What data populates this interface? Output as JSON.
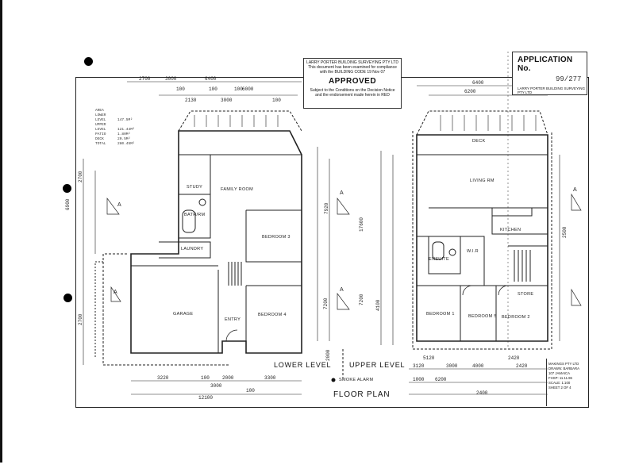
{
  "stamp": {
    "company": "LARRY PORTER BUILDING SURVEYING PTY LTD",
    "line1": "This document has been examined for compliance",
    "line2": "with the BUILDING CODE 19 Nov 07",
    "status": "APPROVED",
    "line3": "Subject to the Conditions on the Decision Notice",
    "line4": "and the endorsement made herein in RED"
  },
  "application": {
    "title": "APPLICATION No.",
    "number": "99/277",
    "sub": "LARRY PORTER BUILDING SURVEYING PTY LTD"
  },
  "areas": {
    "heading": "AREA",
    "rows": [
      {
        "k": "LOWER LEVEL",
        "v": "147.5M²"
      },
      {
        "k": "UPPER LEVEL",
        "v": "121.44M²"
      },
      {
        "k": "PATIO",
        "v": "1.80M²"
      },
      {
        "k": "DECK",
        "v": "20.5M²"
      },
      {
        "k": "TOTAL",
        "v": "280.45M²"
      }
    ]
  },
  "rooms": {
    "study": "STUDY",
    "family_room": "FAMILY ROOM",
    "bathroom": "BATH/RM",
    "bedroom3": "BEDROOM 3",
    "laundry": "LAUNDRY",
    "garage": "GARAGE",
    "entry": "ENTRY",
    "bedroom4": "BEDROOM 4",
    "living_rm": "LIVING RM",
    "kitchen": "KITCHEN",
    "ensuite": "ENSUITE",
    "bedroom1": "BEDROOM 1",
    "bedroom5": "BEDROOM 5",
    "bedroom2": "BEDROOM 2",
    "wir": "W.I.R",
    "store": "STORE",
    "deck": "DECK"
  },
  "labels": {
    "lower_level": "LOWER LEVEL",
    "upper_level": "UPPER LEVEL",
    "smoke_alarm": "SMOKE ALARM",
    "floor_plan": "FLOOR PLAN"
  },
  "dims_top": [
    "2700",
    "3000",
    "6400",
    "100",
    "2130",
    "100",
    "3000",
    "100",
    "6000",
    "100",
    "6400",
    "6200"
  ],
  "dims_bottom": [
    "3220",
    "100",
    "3000",
    "2000",
    "100",
    "3300",
    "12100",
    "5120",
    "3120",
    "3000",
    "4000",
    "2400",
    "2420",
    "6200",
    "2420",
    "1000"
  ],
  "dims_side": [
    "2700",
    "6900",
    "2700",
    "7920",
    "17600",
    "7200",
    "7200",
    "4100",
    "2500",
    "2000"
  ],
  "titleblock": {
    "lines": [
      "MAKINGS PTY LTD",
      "DRAWN: BARBARA",
      "107 JAMAICA",
      "FHSP: 11.11.96",
      "SCALE: 1:100",
      "SHEET 2 OF 4"
    ]
  },
  "marks": {
    "compass": "A"
  }
}
